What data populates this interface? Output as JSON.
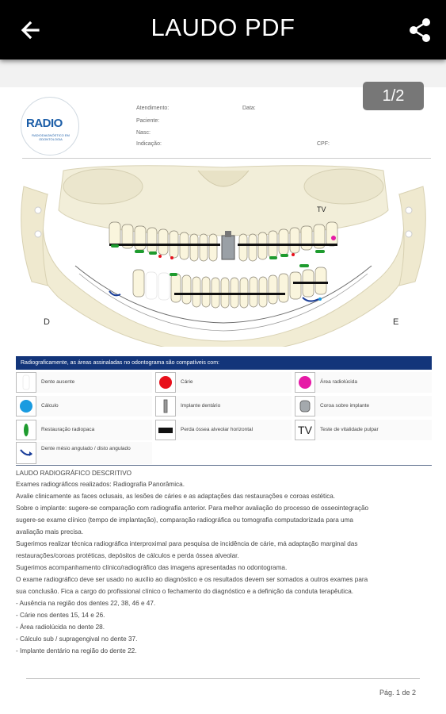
{
  "appbar": {
    "title": "LAUDO PDF"
  },
  "page_indicator": "1/2",
  "logo": {
    "name": "RADIO",
    "subtitle": "RADIODIAGNÓSTICO EM ODONTOLOGIA"
  },
  "header_fields": {
    "atendimento": "Atendimento:",
    "data": "Data:",
    "paciente": "Paciente:",
    "nasc": "Nasc:",
    "indicacao": "Indicação:",
    "cpf": "CPF:"
  },
  "diagram": {
    "label_tv": "TV",
    "label_left": "D",
    "label_right": "E"
  },
  "legend": {
    "header": "Radiograficamente, as áreas assinaladas no odontograma são compatíveis com:",
    "items": [
      {
        "label": "Dente ausente",
        "icon": "missing-tooth-icon"
      },
      {
        "label": "Cárie",
        "icon": "caries-red-dot-icon",
        "color": "#e8101b"
      },
      {
        "label": "Área radiolúcida",
        "icon": "radiolucent-magenta-dot-icon",
        "color": "#e61aa6"
      },
      {
        "label": "Cálculo",
        "icon": "calculus-blue-dot-icon",
        "color": "#1a9be0"
      },
      {
        "label": "Implante dentário",
        "icon": "dental-implant-icon"
      },
      {
        "label": "Coroa sobre implante",
        "icon": "implant-crown-icon"
      },
      {
        "label": "Restauração radiopaca",
        "icon": "green-restoration-icon",
        "color": "#1e9b2e"
      },
      {
        "label": "Perda óssea alveolar horizontal",
        "icon": "bone-loss-bar-icon"
      },
      {
        "label": "Teste de vitalidade pulpar",
        "icon": "tv-icon",
        "text": "TV"
      },
      {
        "label": "Dente mésio angulado / disto angulado",
        "icon": "angled-tooth-arrow-icon",
        "color": "#1b3f9a"
      }
    ]
  },
  "report": {
    "title": "LAUDO RADIOGRÁFICO DESCRITIVO",
    "lines": [
      "Exames radiográficos realizados: Radiografia Panorâmica.",
      "Avalie clinicamente as faces oclusais, as lesões de cáries e as adaptações das restaurações e coroas estética.",
      "Sobre o implante: sugere-se comparação com radiografia anterior. Para melhor avaliação do processo de osseointegração",
      "sugere-se exame clínico (tempo de implantação), comparação radiográfica ou tomografia computadorizada para uma",
      "avaliação mais precisa.",
      "Sugerimos realizar técnica radiográfica interproximal para pesquisa de incidência de cárie, má adaptação marginal das",
      "restaurações/coroas protéticas, depósitos de cálculos e perda óssea alveolar.",
      "Sugerimos acompanhamento clínico/radiográfico das imagens apresentadas no odontograma.",
      "O exame radiográfico deve ser usado no auxílio ao diagnóstico e os resultados devem ser somados a outros exames para",
      "sua conclusão. Fica a cargo do profissional clínico o fechamento do diagnóstico e a definição da conduta terapêutica.",
      "- Ausência na região dos dentes 22, 38, 46 e 47.",
      "- Cárie nos dentes 15, 14 e 26.",
      "- Área radiolúcida no dente 28.",
      "- Cálculo sub / supragengival no dente 37.",
      "- Implante dentário na região do dente 22."
    ]
  },
  "footer": {
    "page": "Pág. 1 de 2"
  }
}
